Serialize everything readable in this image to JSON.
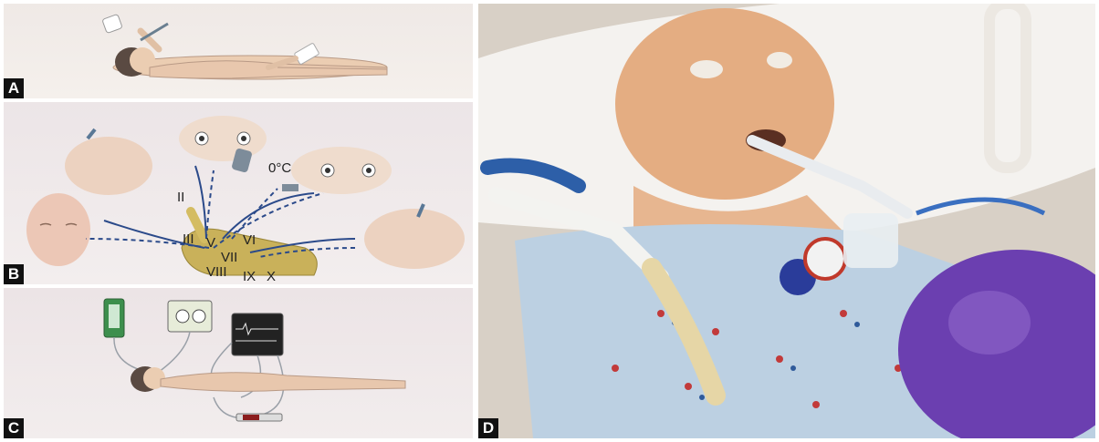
{
  "panels": {
    "a": {
      "label": "A"
    },
    "b": {
      "label": "B",
      "temperature": "0°C",
      "nerves": [
        "II",
        "III",
        "V",
        "VI",
        "VII",
        "VIII",
        "IX",
        "X"
      ]
    },
    "c": {
      "label": "C"
    },
    "d": {
      "label": "D"
    }
  },
  "colors": {
    "skin": "#ebcdb2",
    "arrow": "#2b4a8a",
    "tube": "#e6d6a6",
    "bag": "#6b3fb0",
    "gown": "#bcd0e2",
    "brainstem": "#c9b15a"
  }
}
